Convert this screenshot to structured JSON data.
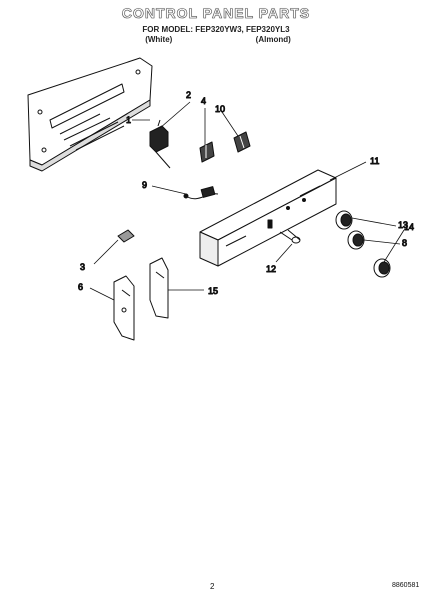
{
  "header": {
    "title": "CONTROL PANEL PARTS",
    "model_line": "FOR MODEL: FEP320YW3, FEP320YL3",
    "color_white": "(White)",
    "color_almond": "(Almond)"
  },
  "callouts": [
    "1",
    "2",
    "4",
    "10",
    "11",
    "9",
    "13",
    "8",
    "14",
    "3",
    "12",
    "6",
    "15"
  ],
  "footer": {
    "page_number": "2",
    "doc_code": "8860581"
  }
}
